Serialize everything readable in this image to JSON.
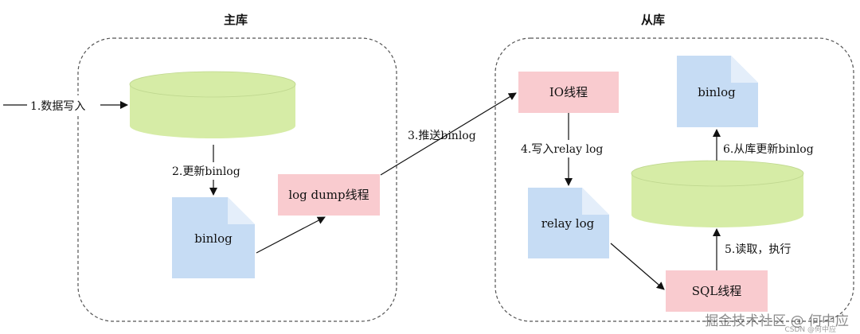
{
  "master": {
    "title": "主库"
  },
  "slave": {
    "title": "从库"
  },
  "steps": {
    "write_data": "1.数据写入",
    "update_binlog": "2.更新binlog",
    "push_binlog": "3.推送binlog",
    "write_relay_log": "4.写入relay log",
    "read_execute": "5.读取，执行",
    "slave_update_binlog": "6.从库更新binlog"
  },
  "nodes": {
    "master_binlog": "binlog",
    "log_dump_thread": "log dump线程",
    "io_thread": "IO线程",
    "relay_log": "relay log",
    "sql_thread": "SQL线程",
    "slave_binlog": "binlog"
  },
  "watermark": {
    "main": "掘金技术社区 @ 何中应",
    "sub": "CSDN @何中应"
  },
  "colors": {
    "database": "#d6eca6",
    "document": "#c6dcf4",
    "thread": "#f9cbcf",
    "container_border": "#555555"
  }
}
